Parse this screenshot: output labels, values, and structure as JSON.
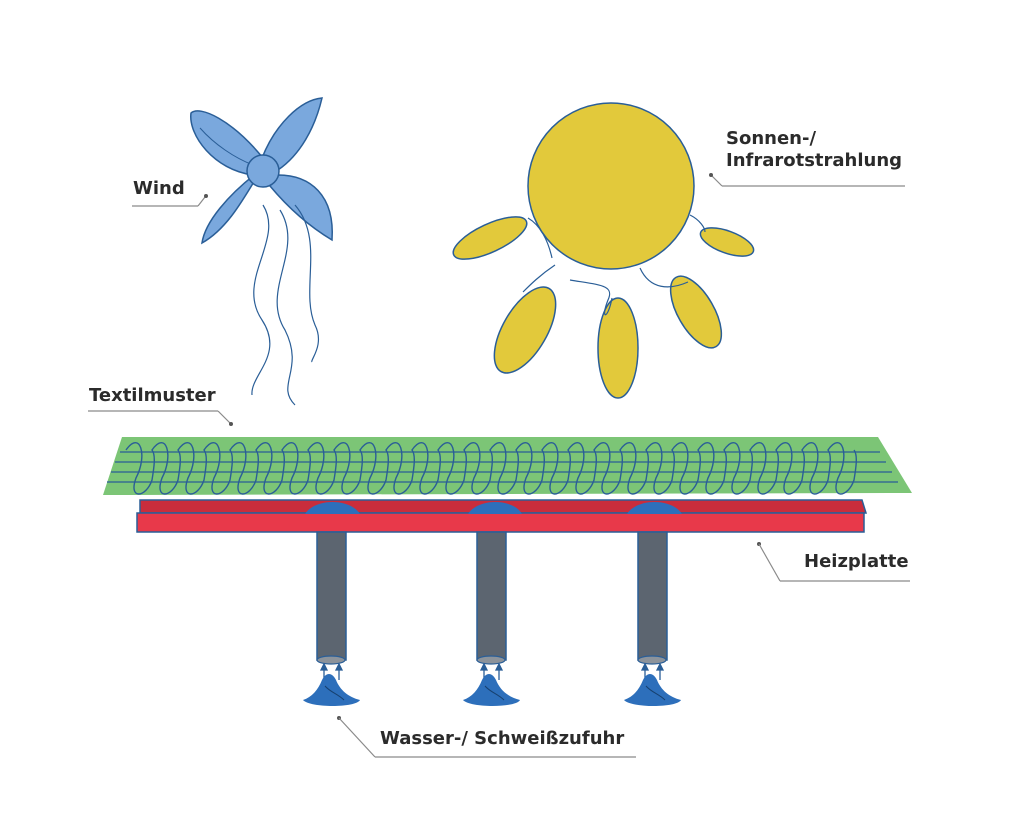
{
  "labels": {
    "wind": "Wind",
    "sun_line1": "Sonnen-/",
    "sun_line2": "Infrarotstrahlung",
    "textile": "Textilmuster",
    "heating_plate": "Heizplatte",
    "water_supply": "Wasser-/ Schweißzufuhr"
  },
  "colors": {
    "wind": "#7aa8dd",
    "sun": "#e2c93b",
    "outline": "#2a5e97",
    "textile": "#7cc576",
    "thread": "#2a5e97",
    "plate": "#e8394a",
    "pipe": "#5c6570",
    "droplet": "#2d6fbb",
    "leader": "#8a8a8a"
  },
  "icons": [
    "fan-icon",
    "sun-icon",
    "droplet-icon"
  ]
}
